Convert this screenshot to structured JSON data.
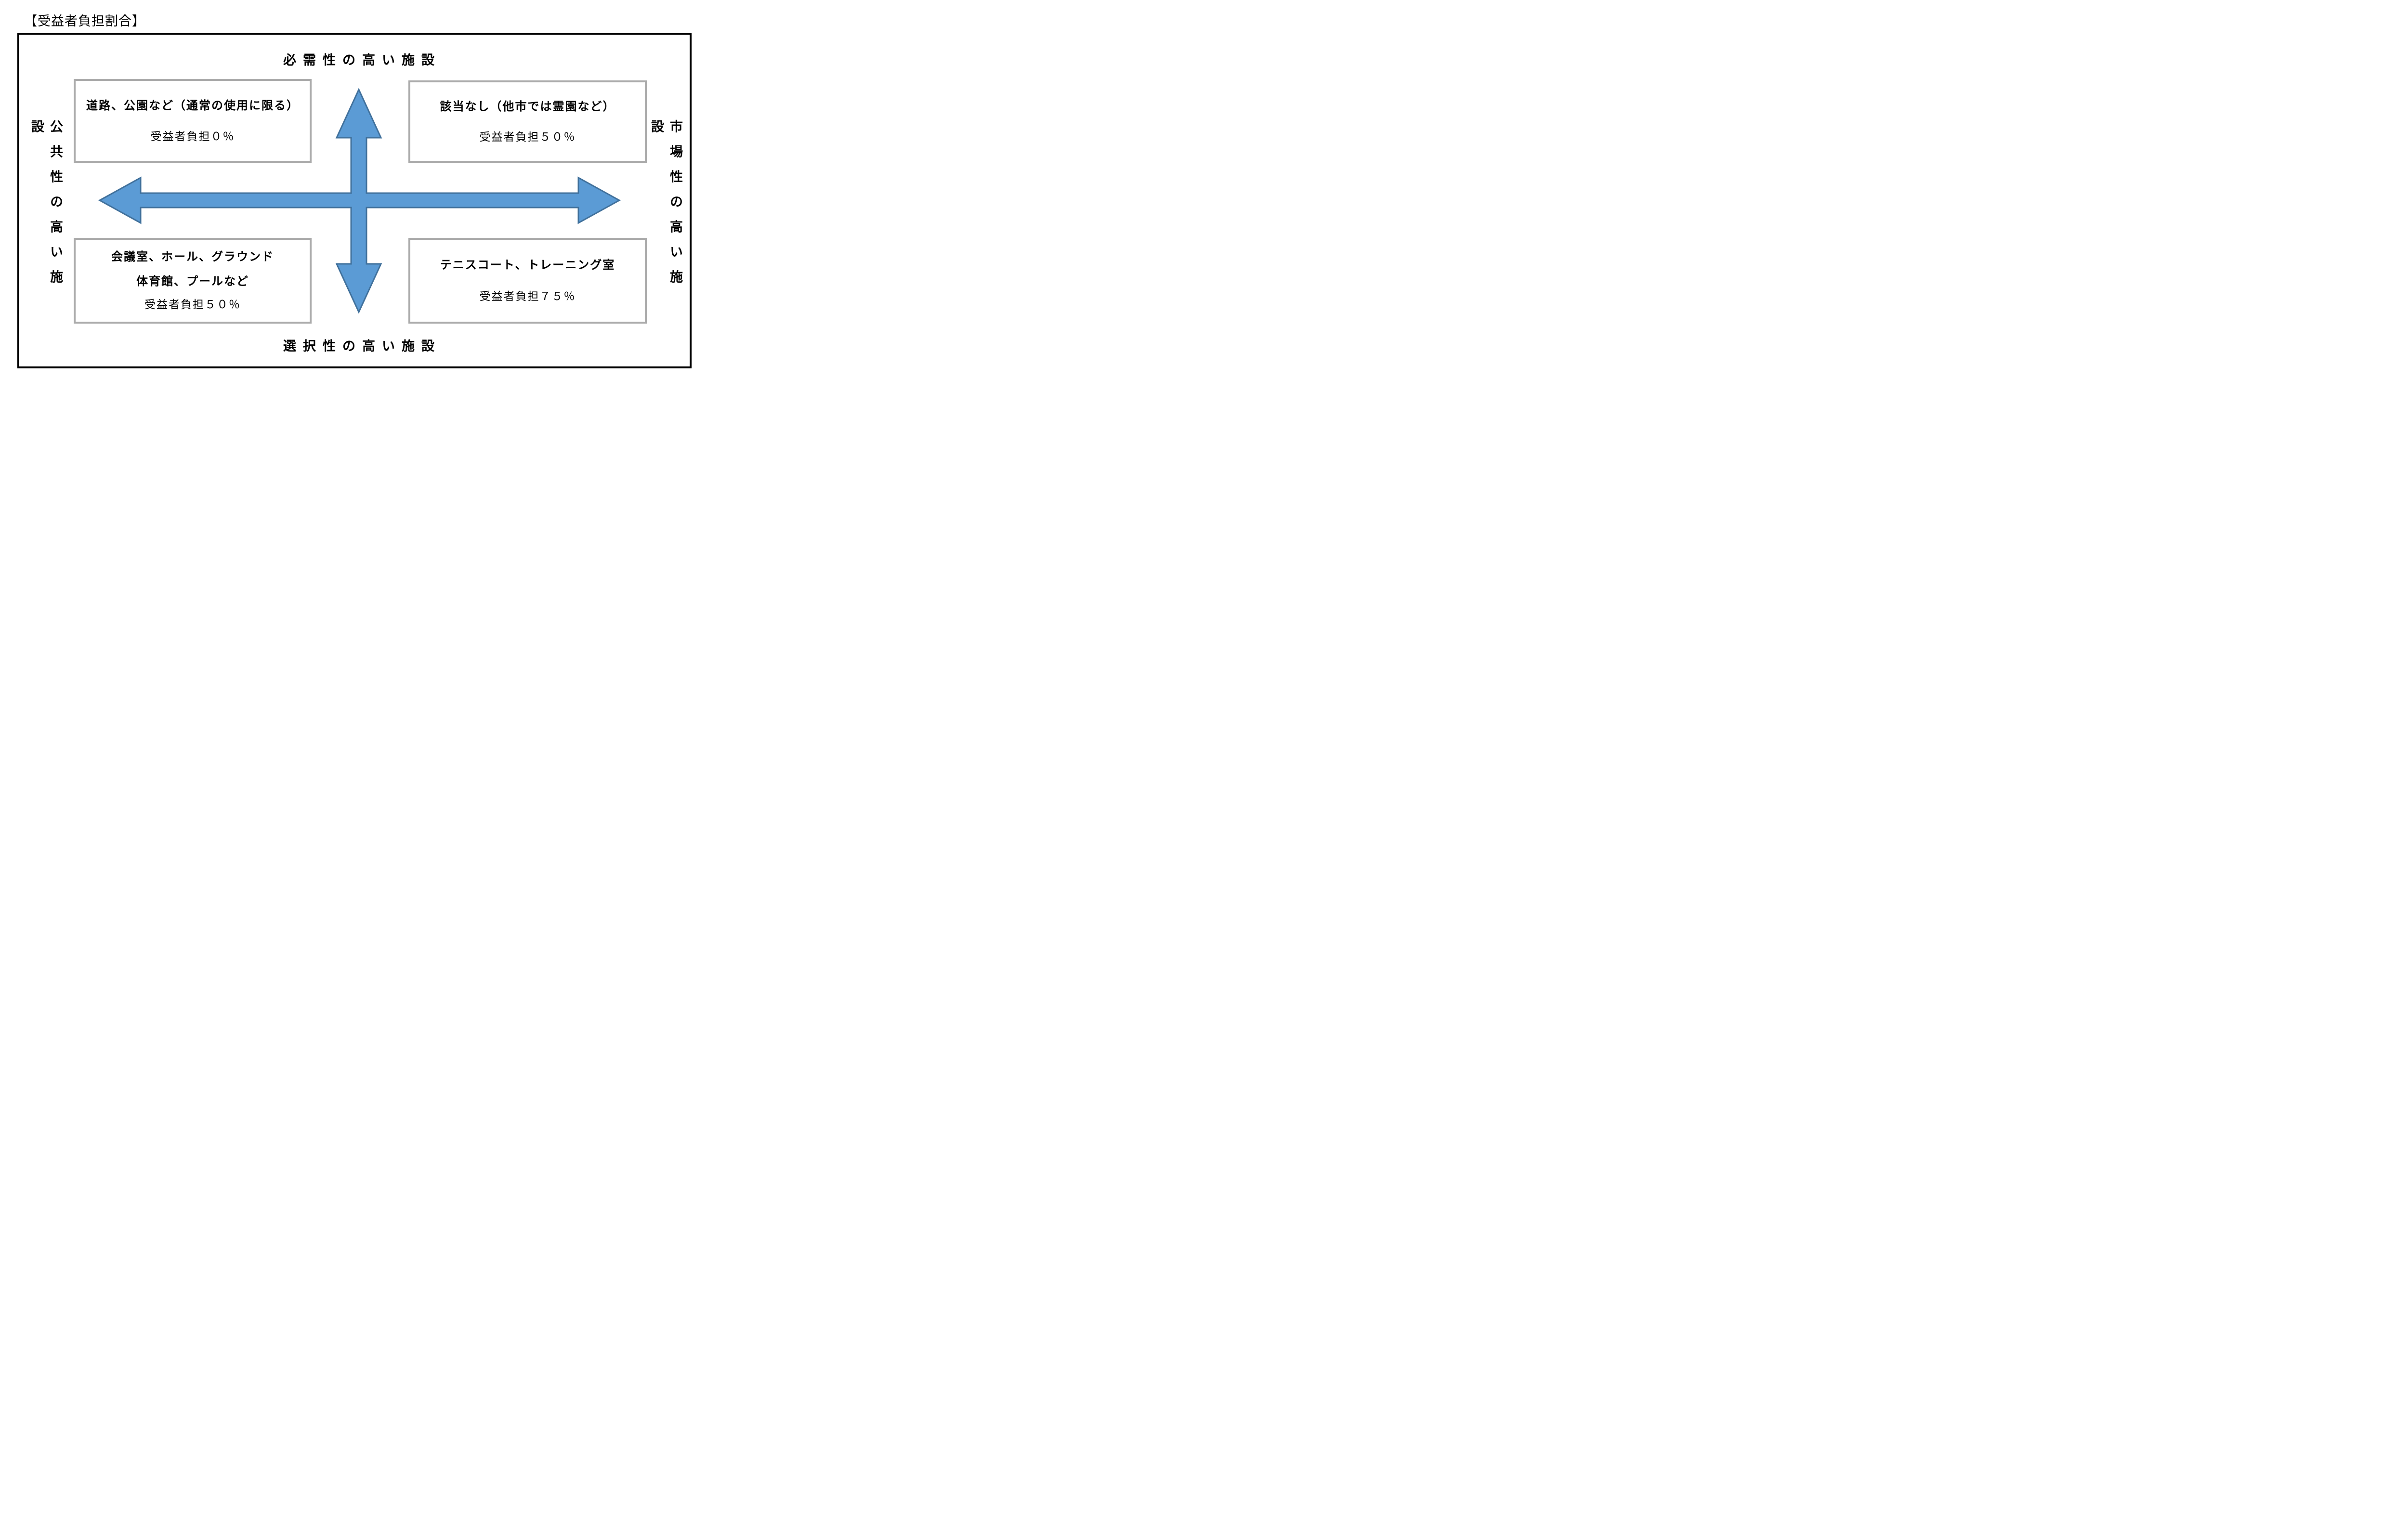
{
  "title": "【受益者負担割合】",
  "axes": {
    "top": "必需性の高い施設",
    "bottom": "選択性の高い施設",
    "left": "公共性の高い施設",
    "right": "市場性の高い施設"
  },
  "quadrants": {
    "top_left": {
      "line1": "道路、公園など（通常の使用に限る）",
      "burden": "受益者負担０％"
    },
    "top_right": {
      "line1": "該当なし（他市では霊園など）",
      "burden": "受益者負担５０％"
    },
    "bottom_left": {
      "line1": "会議室、ホール、グラウンド",
      "line2": "体育館、プールなど",
      "burden": "受益者負担５０％"
    },
    "bottom_right": {
      "line1": "テニスコート、トレーニング室",
      "burden": "受益者負担７５％"
    }
  },
  "colors": {
    "arrow_fill": "#5B9BD5",
    "arrow_stroke": "#41719C",
    "box_border": "#ABABAB",
    "frame_border": "#000000",
    "text": "#000000"
  }
}
